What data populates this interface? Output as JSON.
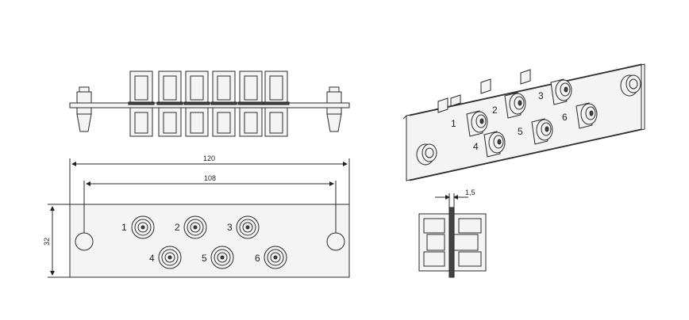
{
  "dimensions": {
    "overall_width": "120",
    "hole_spacing": "108",
    "height": "32",
    "thickness": "1,5"
  },
  "front_port_labels": [
    "1",
    "2",
    "3",
    "4",
    "5",
    "6"
  ],
  "iso_port_labels": [
    "1",
    "2",
    "3",
    "4",
    "5",
    "6"
  ]
}
